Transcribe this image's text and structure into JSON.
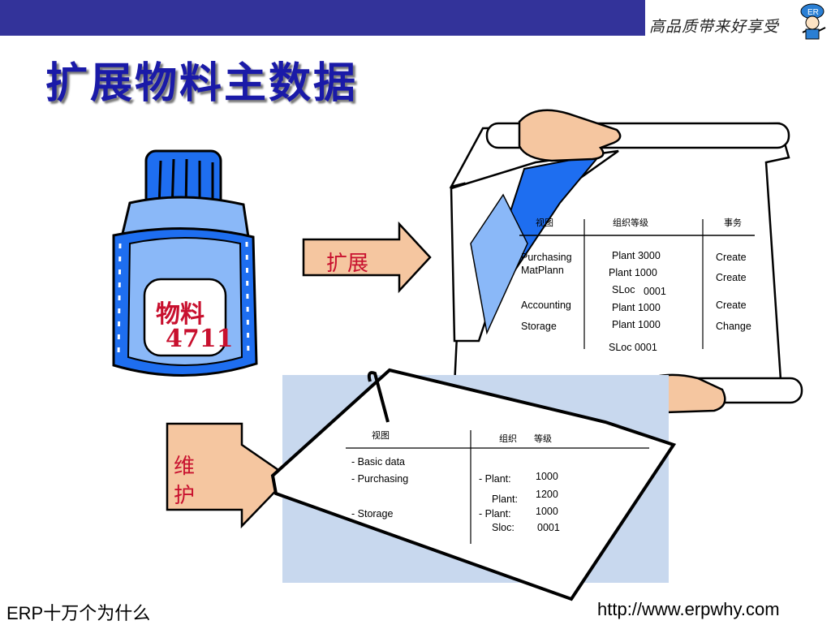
{
  "header": {
    "slogan": "高品质带来好享受"
  },
  "title": "扩展物料主数据",
  "bottle": {
    "label_line1": "物料",
    "label_line2": "4711"
  },
  "arrows": {
    "extend": "扩展",
    "maintain_line1": "维",
    "maintain_line2": "护"
  },
  "scroll": {
    "headers": {
      "view": "视图",
      "org_level": "组织等级",
      "transaction": "事务"
    },
    "views": [
      "Purchasing",
      "MatPlann",
      "Accounting",
      "Storage"
    ],
    "org_levels": [
      "Plant 3000",
      "Plant 1000",
      "SLoc",
      "0001",
      "Plant 1000",
      "Plant 1000",
      "SLoc  0001"
    ],
    "transactions": [
      "Create",
      "Create",
      "Create",
      "Change"
    ]
  },
  "paper": {
    "headers": {
      "view": "视图",
      "org": "组织",
      "level": "等级"
    },
    "views": [
      "-  Basic      data",
      "-  Purchasing",
      "-  Storage"
    ],
    "org_labels": [
      "-    Plant:",
      "Plant:",
      "-   Plant:",
      "Sloc:"
    ],
    "org_values": [
      "1000",
      "1200",
      "1000",
      "0001"
    ]
  },
  "footer": {
    "left": "ERP十万个为什么",
    "right": "http://www.erpwhy.com"
  },
  "colors": {
    "topbar": "#33339a",
    "title": "#1a1aa8",
    "red_text": "#c8102e",
    "arrow_fill": "#f5c6a0",
    "bottle_blue": "#1e6ef0"
  }
}
